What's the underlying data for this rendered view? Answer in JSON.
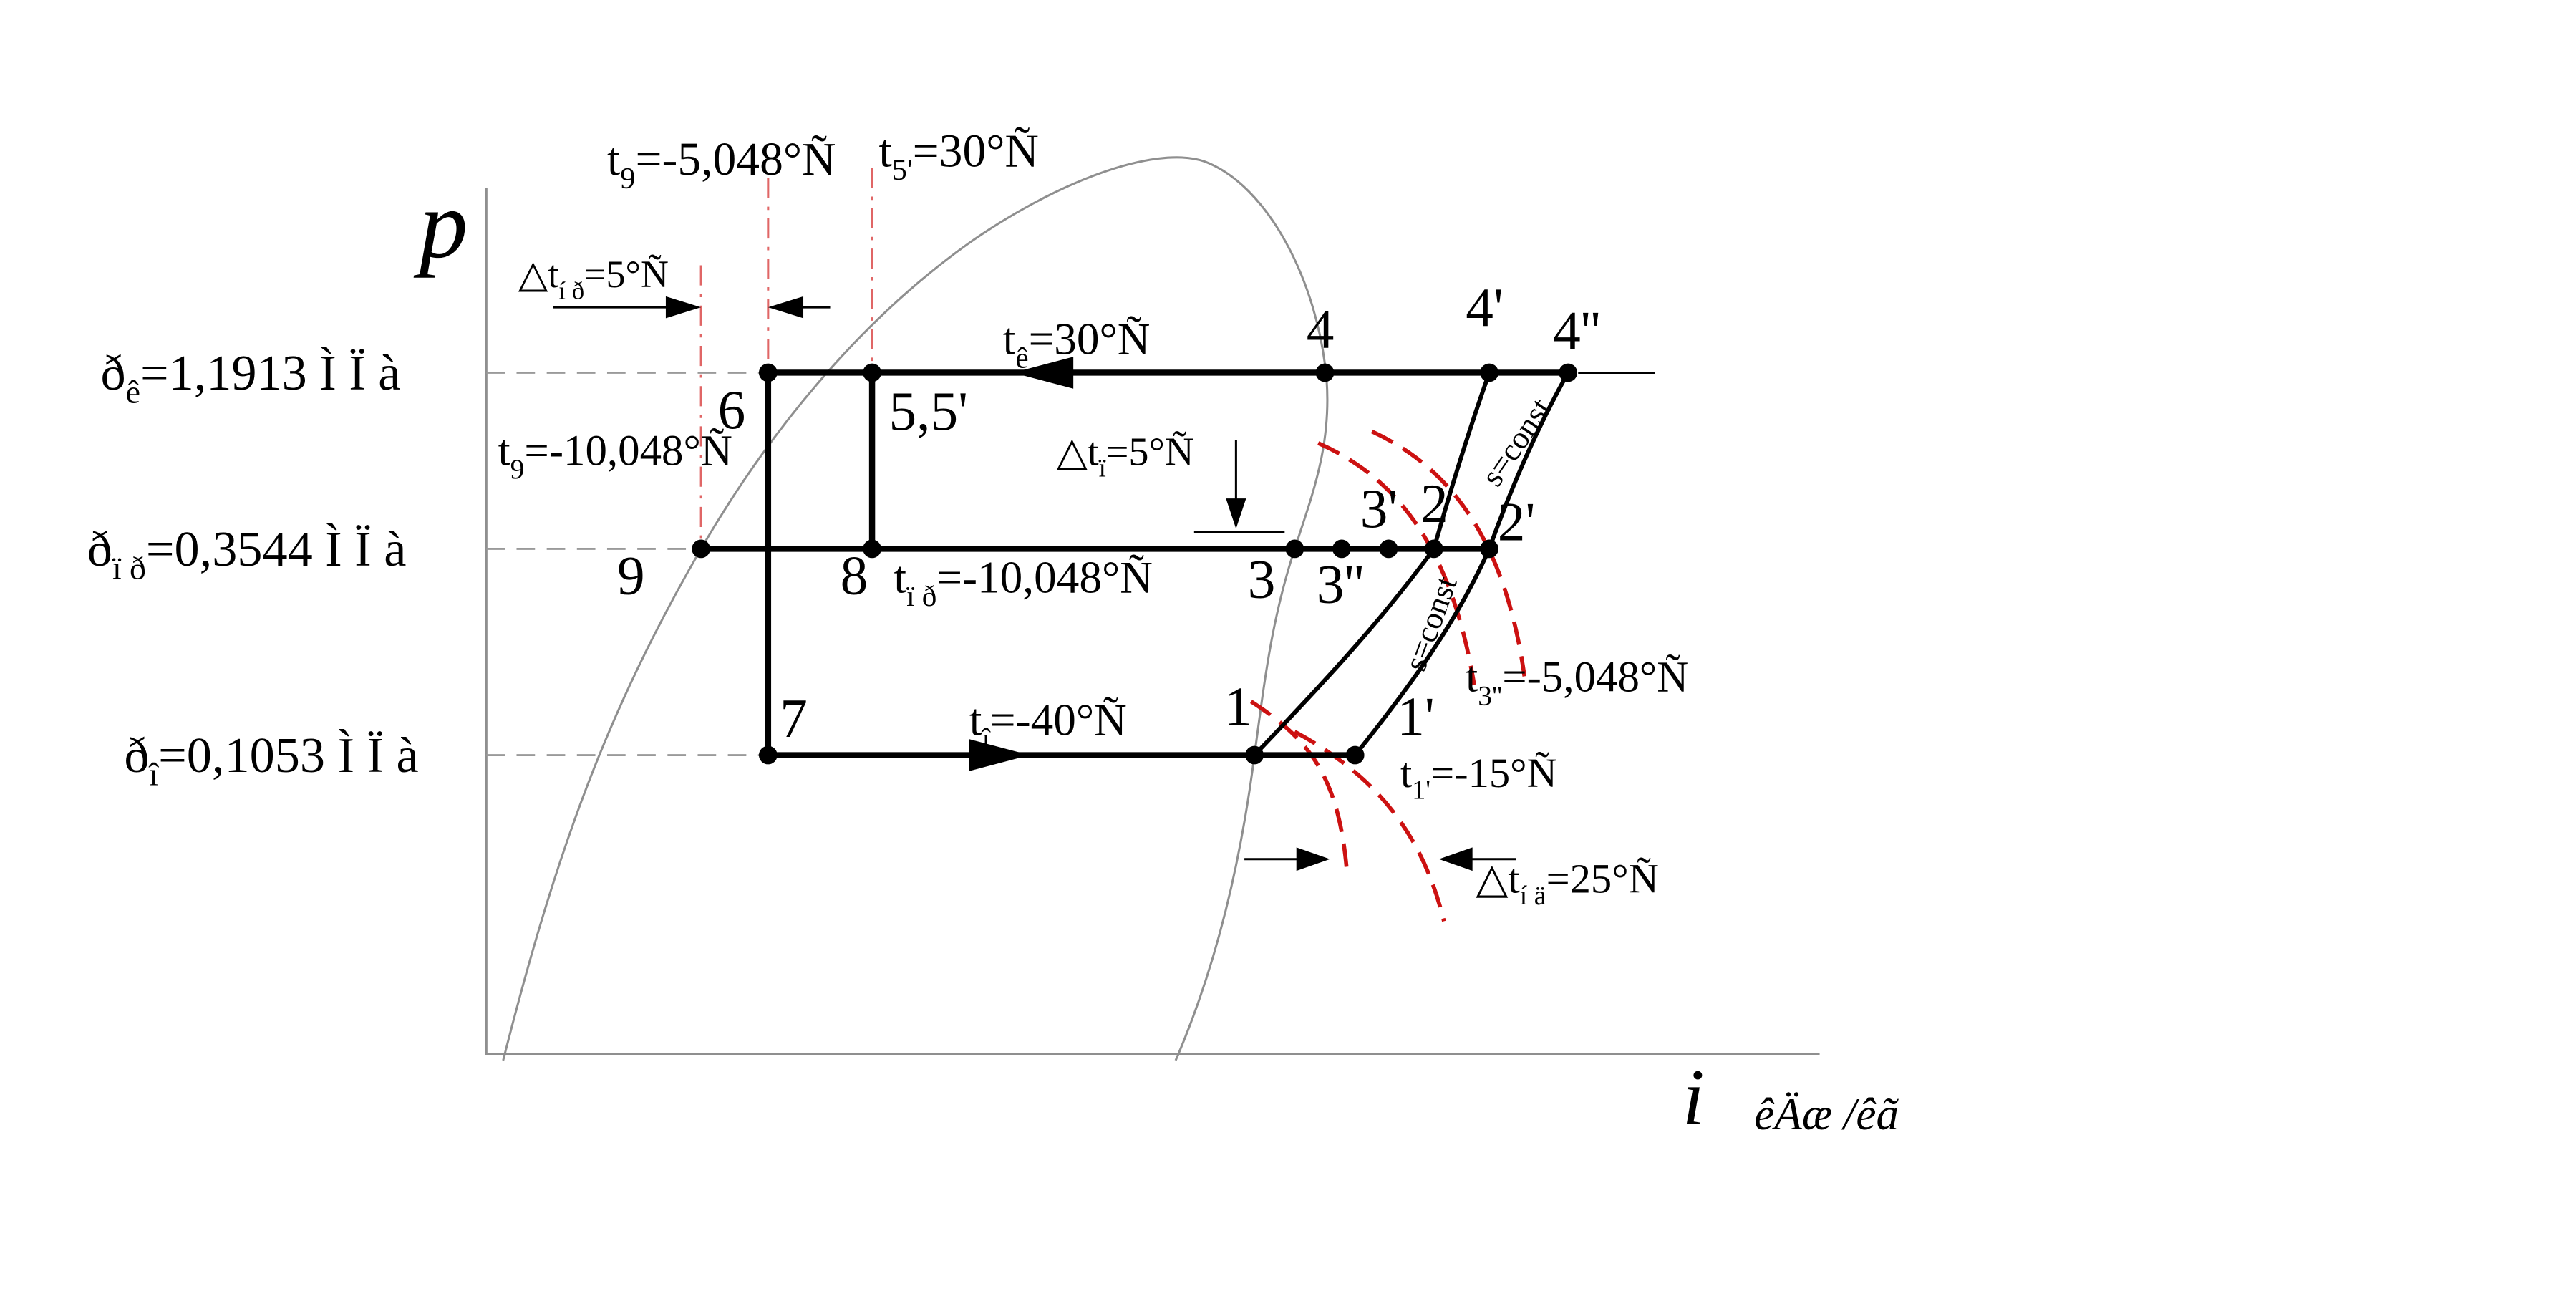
{
  "colors": {
    "isotherm_red": "#cc1111",
    "guide_red": "#e06666"
  },
  "axes": {
    "p_label": "p",
    "i_label": "i",
    "i_units": "êÄæ /êã"
  },
  "pressures": {
    "pk": {
      "pre": "ð",
      "sub": "ê",
      "post": "=1,1913 Ì Ï à"
    },
    "ppr": {
      "pre": "ð",
      "sub": "ï ð",
      "post": "=0,3544 Ì Ï à"
    },
    "po": {
      "pre": "ð",
      "sub": "î",
      "post": "=0,1053 Ì Ï à"
    }
  },
  "temperatures": {
    "t9_top": {
      "pre": "t",
      "sub": "9",
      "post": "=-5,048°Ñ"
    },
    "t5p": {
      "pre": "t",
      "sub": "5'",
      "post": "=30°Ñ"
    },
    "tk": {
      "pre": "t",
      "sub": "ê",
      "post": "=30°Ñ"
    },
    "t9_mid": {
      "pre": "t",
      "sub": "9",
      "post": "=-10,048°Ñ"
    },
    "dt_nr": {
      "pre": "△t",
      "sub": "í ð",
      "post": "=5°Ñ"
    },
    "dt_p": {
      "pre": "△t",
      "sub": "ï",
      "post": "=5°Ñ"
    },
    "tpr": {
      "pre": "t",
      "sub": "ï ð",
      "post": "=-10,048°Ñ"
    },
    "t3pp": {
      "pre": "t",
      "sub": "3''",
      "post": "=-5,048°Ñ"
    },
    "to": {
      "pre": "t",
      "sub": "î",
      "post": "=-40°Ñ"
    },
    "t1p": {
      "pre": "t",
      "sub": "1'",
      "post": "=-15°Ñ"
    },
    "dt_na": {
      "pre": "△t",
      "sub": "í ä",
      "post": "=25°Ñ"
    }
  },
  "isentrope_label": "s=const",
  "points": {
    "p1": "1",
    "p1p": "1'",
    "p2": "2",
    "p2p": "2'",
    "p3": "3",
    "p3p": "3'",
    "p3pp": "3''",
    "p4": "4",
    "p4p": "4'",
    "p4pp": "4''",
    "p55": "5,5'",
    "p6": "6",
    "p7": "7",
    "p8": "8",
    "p9": "9"
  }
}
